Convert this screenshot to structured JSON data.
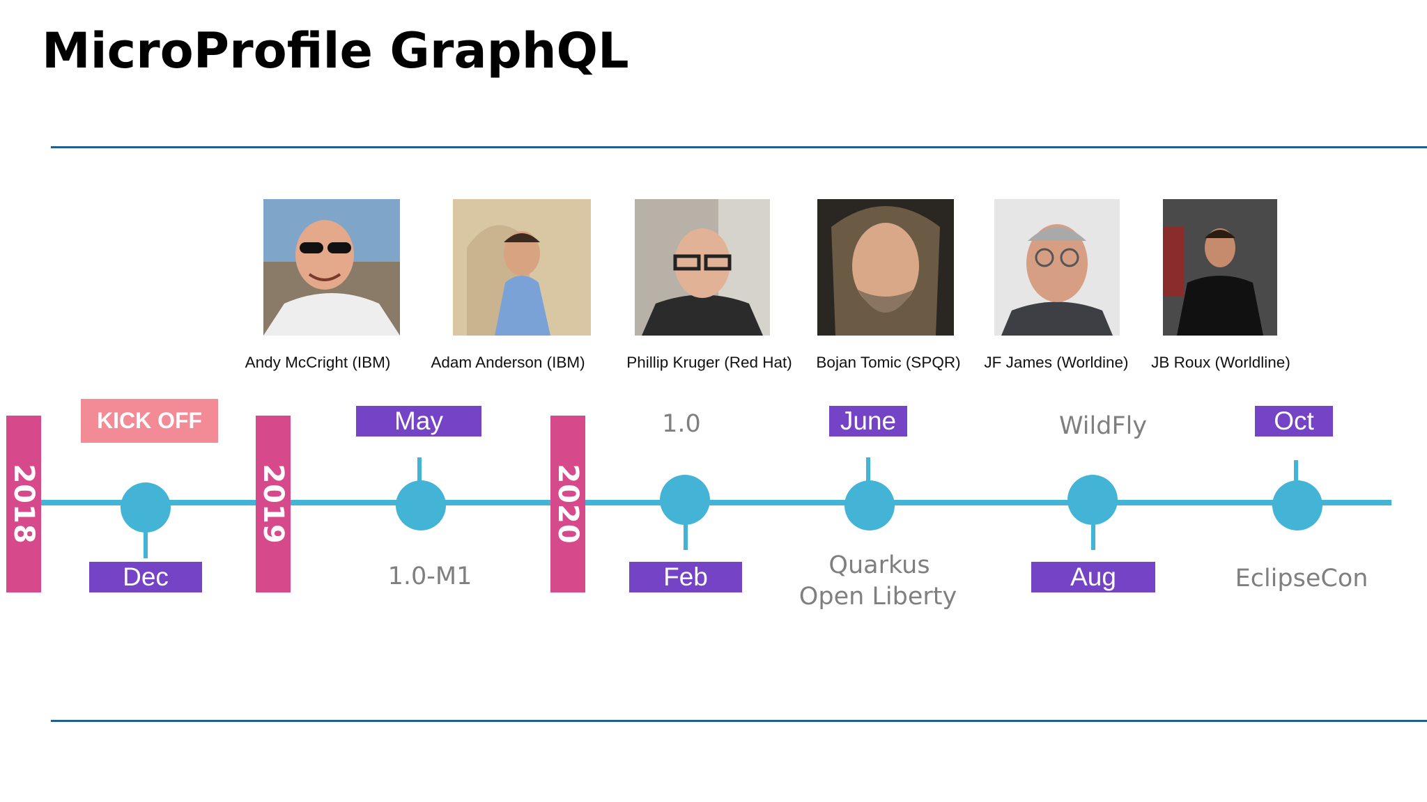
{
  "slide": {
    "title": "MicroProfile GraphQL"
  },
  "people": [
    {
      "name": "Andy McCright (IBM)"
    },
    {
      "name": "Adam Anderson (IBM)"
    },
    {
      "name": "Phillip Kruger (Red Hat)"
    },
    {
      "name": "Bojan Tomic (SPQR)"
    },
    {
      "name": "JF James (Worldine)"
    },
    {
      "name": "JB Roux (Worldline)"
    }
  ],
  "timeline": {
    "years": [
      "2018",
      "2019",
      "2020"
    ],
    "kickoff": "KICK OFF",
    "months": {
      "dec": "Dec",
      "may": "May",
      "feb": "Feb",
      "june": "June",
      "aug": "Aug",
      "oct": "Oct"
    },
    "releases": {
      "m1": "1.0-M1",
      "v10": "1.0",
      "quarkus": "Quarkus",
      "openliberty": "Open Liberty",
      "wildfly": "WildFly",
      "eclipsecon": "EclipseCon"
    }
  },
  "colors": {
    "accent_rule": "#1f5f99",
    "timeline": "#43b3d6",
    "year_badge": "#d6498b",
    "month_badge": "#7443c6",
    "kickoff_badge": "#f28b95",
    "release_text": "#7f7f7f"
  }
}
